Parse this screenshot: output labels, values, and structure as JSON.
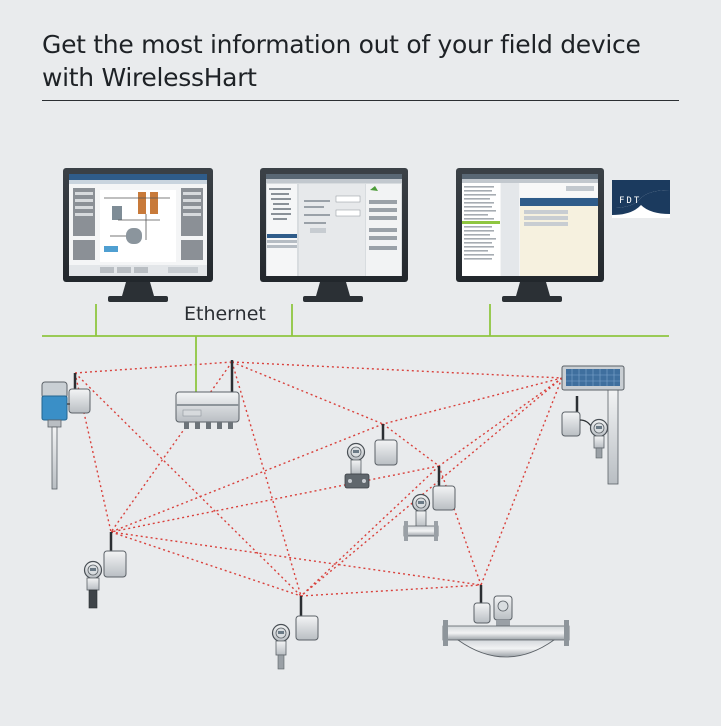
{
  "title": {
    "line1": "Get the most information out of your field device",
    "line2": "with WirelessHart"
  },
  "network": {
    "label": "Ethernet"
  },
  "logo": {
    "text": "FDT"
  },
  "colors": {
    "background": "#e9ebed",
    "ethernet": "#8fc640",
    "wireless": "#d9413c",
    "device_blue": "#3a8fc7",
    "fdt_navy": "#1b3a5e"
  },
  "wireless_links": [
    [
      "level-sensor",
      "gateway"
    ],
    [
      "level-sensor",
      "small-transmitter-left"
    ],
    [
      "level-sensor",
      "radar-transmitter"
    ],
    [
      "gateway",
      "solar-panel"
    ],
    [
      "gateway",
      "pressure-transmitter-center"
    ],
    [
      "gateway",
      "small-transmitter-left"
    ],
    [
      "gateway",
      "radar-transmitter"
    ],
    [
      "solar-panel",
      "pressure-transmitter-center"
    ],
    [
      "solar-panel",
      "flowmeter-center"
    ],
    [
      "solar-panel",
      "coriolis-flowmeter"
    ],
    [
      "solar-panel",
      "radar-transmitter"
    ],
    [
      "pressure-transmitter-center",
      "flowmeter-center"
    ],
    [
      "pressure-transmitter-center",
      "small-transmitter-left"
    ],
    [
      "flowmeter-center",
      "coriolis-flowmeter"
    ],
    [
      "flowmeter-center",
      "small-transmitter-left"
    ],
    [
      "flowmeter-center",
      "radar-transmitter"
    ],
    [
      "small-transmitter-left",
      "radar-transmitter"
    ],
    [
      "small-transmitter-left",
      "coriolis-flowmeter"
    ],
    [
      "radar-transmitter",
      "coriolis-flowmeter"
    ]
  ]
}
